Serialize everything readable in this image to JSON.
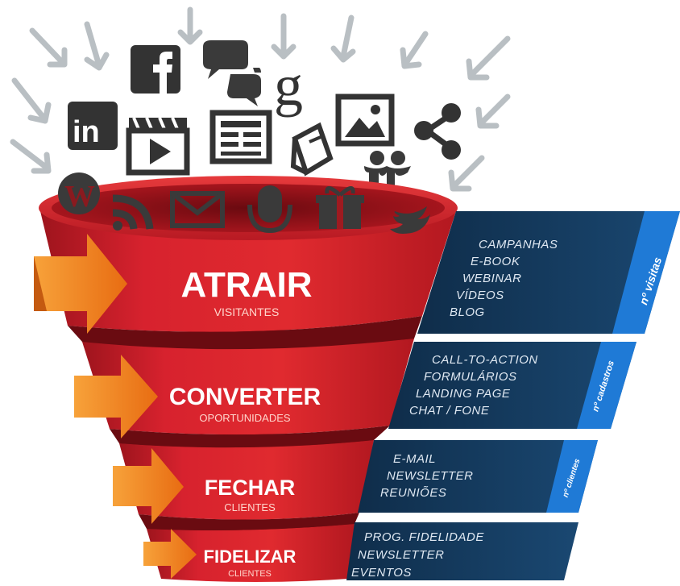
{
  "colors": {
    "funnel_red": "#d4202c",
    "funnel_dark": "#8e1018",
    "arrow_orange": "#f08a1c",
    "panel_navy": "#163a5c",
    "panel_blue": "#1f7ad6",
    "icon_gray": "#3a3a3a",
    "arrow_gray": "#b9bfc3"
  },
  "top_icons": [
    "facebook-icon",
    "chat-icon",
    "google-icon",
    "linkedin-icon",
    "video-icon",
    "article-icon",
    "ebook-icon",
    "image-icon",
    "share-icon",
    "slideshare-icon",
    "wordpress-icon",
    "rss-icon",
    "email-icon",
    "podcast-icon",
    "gift-icon",
    "twitter-icon"
  ],
  "stages": [
    {
      "title": "ATRAIR",
      "subtitle": "VISITANTES",
      "items": [
        "CAMPANHAS",
        "E-BOOK",
        "WEBINAR",
        "VÍDEOS",
        "BLOG"
      ],
      "metric": "nº visitas"
    },
    {
      "title": "CONVERTER",
      "subtitle": "OPORTUNIDADES",
      "items": [
        "CALL-TO-ACTION",
        "FORMULÁRIOS",
        "LANDING PAGE",
        "CHAT / FONE"
      ],
      "metric": "nº cadastros"
    },
    {
      "title": "FECHAR",
      "subtitle": "CLIENTES",
      "items": [
        "E-MAIL",
        "NEWSLETTER",
        "REUNIÕES"
      ],
      "metric": "nº clientes"
    },
    {
      "title": "FIDELIZAR",
      "subtitle": "CLIENTES",
      "items": [
        "PROG. FIDELIDADE",
        "NEWSLETTER",
        "EVENTOS"
      ],
      "metric": ""
    }
  ]
}
